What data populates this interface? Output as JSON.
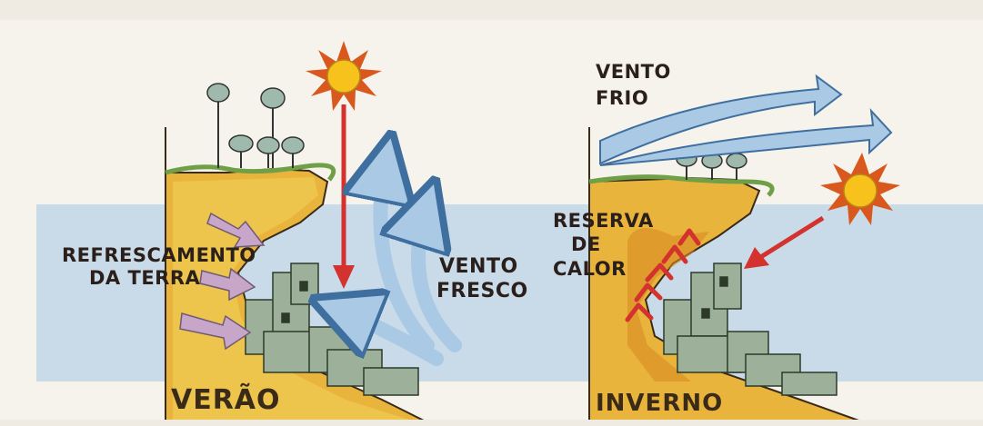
{
  "summer": {
    "label_cooling_line1": "REFRESCAMENTO",
    "label_cooling_line2": "DA TERRA",
    "label_wind_line1": "VENTO",
    "label_wind_line2": "FRESCO",
    "season": "VERÃO"
  },
  "winter": {
    "label_wind_line1": "VENTO",
    "label_wind_line2": "FRIO",
    "label_reserve_line1": "RESERVA",
    "label_reserve_line2": "DE",
    "label_reserve_line3": "CALOR",
    "season": "INVERNO"
  },
  "colors": {
    "band": "#c9dbe9",
    "earth": "#e9b43c",
    "earth_dark": "#d98b22",
    "earth_light": "#f1d25a",
    "sun": "#f7c21c",
    "sun_ray": "#d9581d",
    "wind": "#a9c9e4",
    "wind_stroke": "#3f6f9e",
    "red_arrow": "#d4322e",
    "lilac_arrow": "#c7a6c9",
    "building": "#9db09a",
    "grass": "#6f9f46",
    "tree": "#9fb9ad"
  }
}
